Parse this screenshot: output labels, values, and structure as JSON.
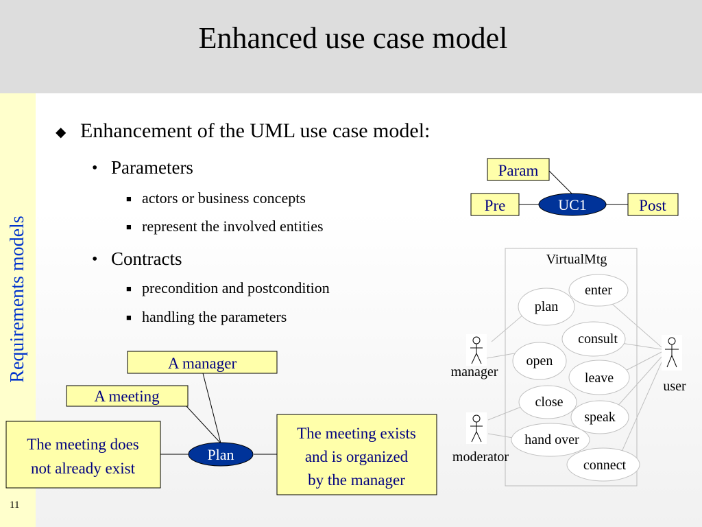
{
  "slide": {
    "title": "Enhanced use case model",
    "sidebar_text": "Requirements models",
    "page_number": "11"
  },
  "bullets": {
    "main": "Enhancement of the UML use case model:",
    "parameters": "Parameters",
    "param_sub1": "actors or business concepts",
    "param_sub2": "represent the involved entities",
    "contracts": "Contracts",
    "contract_sub1": "precondition and postcondition",
    "contract_sub2": "handling the parameters"
  },
  "uc1_diagram": {
    "param": "Param",
    "usecase": "UC1",
    "pre": "Pre",
    "post": "Post"
  },
  "virtual_mtg": {
    "system_name": "VirtualMtg",
    "use_cases": [
      "enter",
      "plan",
      "consult",
      "open",
      "leave",
      "close",
      "speak",
      "hand over",
      "connect"
    ],
    "actors": [
      "manager",
      "moderator",
      "user"
    ]
  },
  "plan_diagram": {
    "param1": "A manager",
    "param2": "A meeting",
    "usecase": "Plan",
    "pre_lines": [
      "The meeting does",
      "not already exist"
    ],
    "post_lines": [
      "The meeting exists",
      "and is organized",
      "by the manager"
    ]
  },
  "colors": {
    "title_band": "#dddddd",
    "sidebar": "#ffffcc",
    "sidebar_text": "#0033cc",
    "param_fill": "#ffffaa",
    "usecase_fill": "#003399",
    "contract_text": "#000080"
  }
}
